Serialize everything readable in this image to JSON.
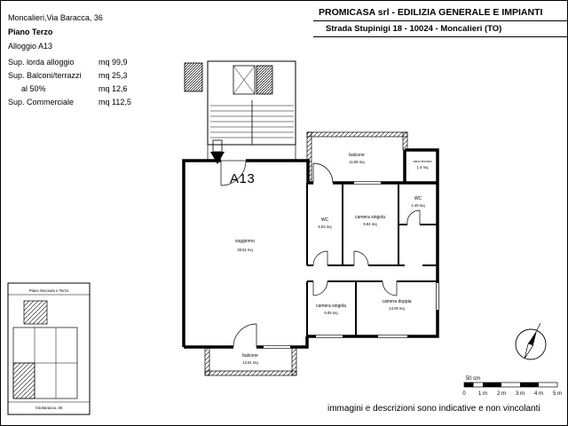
{
  "header": {
    "company_line": "PROMICASA srl - EDILIZIA GENERALE E IMPIANTI",
    "address_line": "Strada Stupinigi 18 - 10024 - Moncalieri (TO)"
  },
  "info": {
    "address": "Moncalieri,Via Baracca, 36",
    "floor": "Piano Terzo",
    "unit": "Alloggio A13",
    "rows": [
      {
        "label": "Sup. lorda alloggio",
        "value": "mq 99,9"
      },
      {
        "label": "Sup. Balconi/terrazzi",
        "value": "mq 25,3"
      },
      {
        "label": "al 50%",
        "value": "mq 12,6"
      },
      {
        "label": "Sup. Commerciale",
        "value": "mq 112,5"
      }
    ]
  },
  "plan": {
    "unit_label": "A13",
    "rooms": [
      {
        "name": "soggiorno",
        "area": "38.51 mq"
      },
      {
        "name": "balcone",
        "area": "11.69 mq"
      },
      {
        "name": "vano tecnico",
        "area": "1.4 mq"
      },
      {
        "name": "camera singola",
        "area": "9.94 mq"
      },
      {
        "name": "WC",
        "area": "5.03 mq"
      },
      {
        "name": "WC",
        "area": "1.49 mq"
      },
      {
        "name": "camera singola",
        "area": "9.09 mq"
      },
      {
        "name": "camera doppia",
        "area": "14.09 mq"
      },
      {
        "name": "balcone",
        "area": "13.61 mq"
      }
    ]
  },
  "inset": {
    "title": "Piano Secondo e Terzo",
    "caption": "Via Baracca, 36"
  },
  "scalebar": {
    "subunit": "50 cm",
    "ticks": [
      "0",
      "1 m",
      "2 m",
      "3 m",
      "4 m",
      "5 m"
    ]
  },
  "footer": {
    "disclaimer": "immagini e descrizioni sono indicative e non vincolanti"
  },
  "colors": {
    "ink": "#000000",
    "paper": "#ffffff"
  }
}
